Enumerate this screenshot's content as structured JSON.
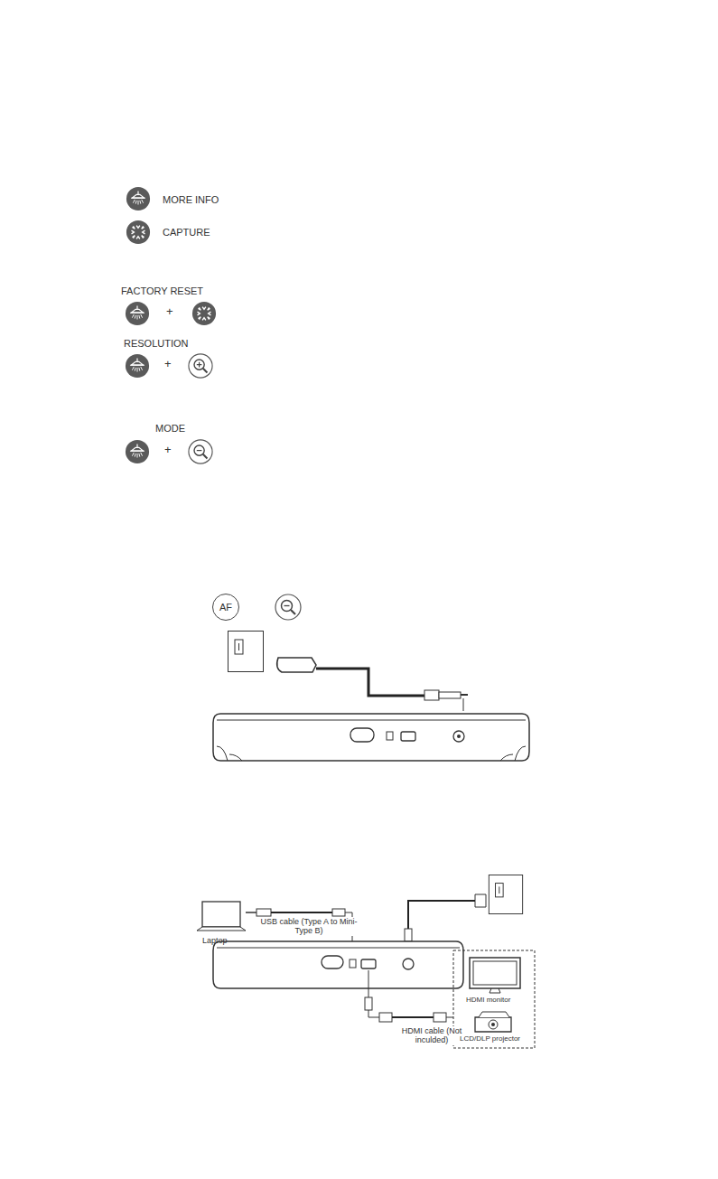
{
  "diagram": {
    "nodes": [
      {
        "text": [
          "AF"
        ]
      }
    ],
    "labels": [
      "MORE INFO",
      "CAPTURE",
      "FACTORY RESET",
      "+",
      "RESOLUTION",
      "+",
      "MODE",
      "+",
      "USB cable (Type A to Mini-Type B)",
      "Laptop",
      "HDMI cable (Not inculded)",
      "HDMI monitor",
      "LCD/DLP projector"
    ]
  }
}
